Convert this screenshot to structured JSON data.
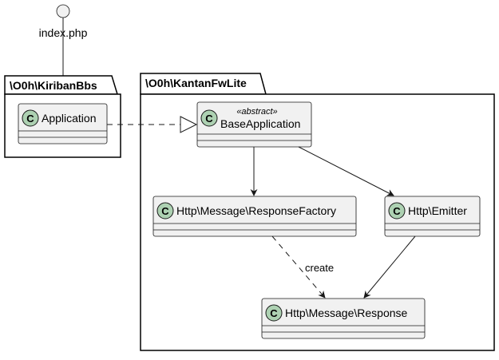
{
  "entry": {
    "label": "index.php"
  },
  "packages": [
    {
      "id": "pkg-kiribanbbs",
      "title": "\\O0h\\KiribanBbs"
    },
    {
      "id": "pkg-kantanfwlite",
      "title": "\\O0h\\KantanFwLite"
    }
  ],
  "classes": {
    "application": {
      "name": "Application",
      "marker": "C"
    },
    "base_application": {
      "name": "BaseApplication",
      "stereotype": "«abstract»",
      "marker": "C"
    },
    "response_factory": {
      "name": "Http\\Message\\ResponseFactory",
      "marker": "C"
    },
    "emitter": {
      "name": "Http\\Emitter",
      "marker": "C"
    },
    "response": {
      "name": "Http\\Message\\Response",
      "marker": "C"
    }
  },
  "relations": {
    "create_label": "create"
  },
  "colors": {
    "class_fill": "#f1f1f1",
    "class_border": "#181818",
    "marker_fill": "#add1b2",
    "line": "#181818"
  }
}
